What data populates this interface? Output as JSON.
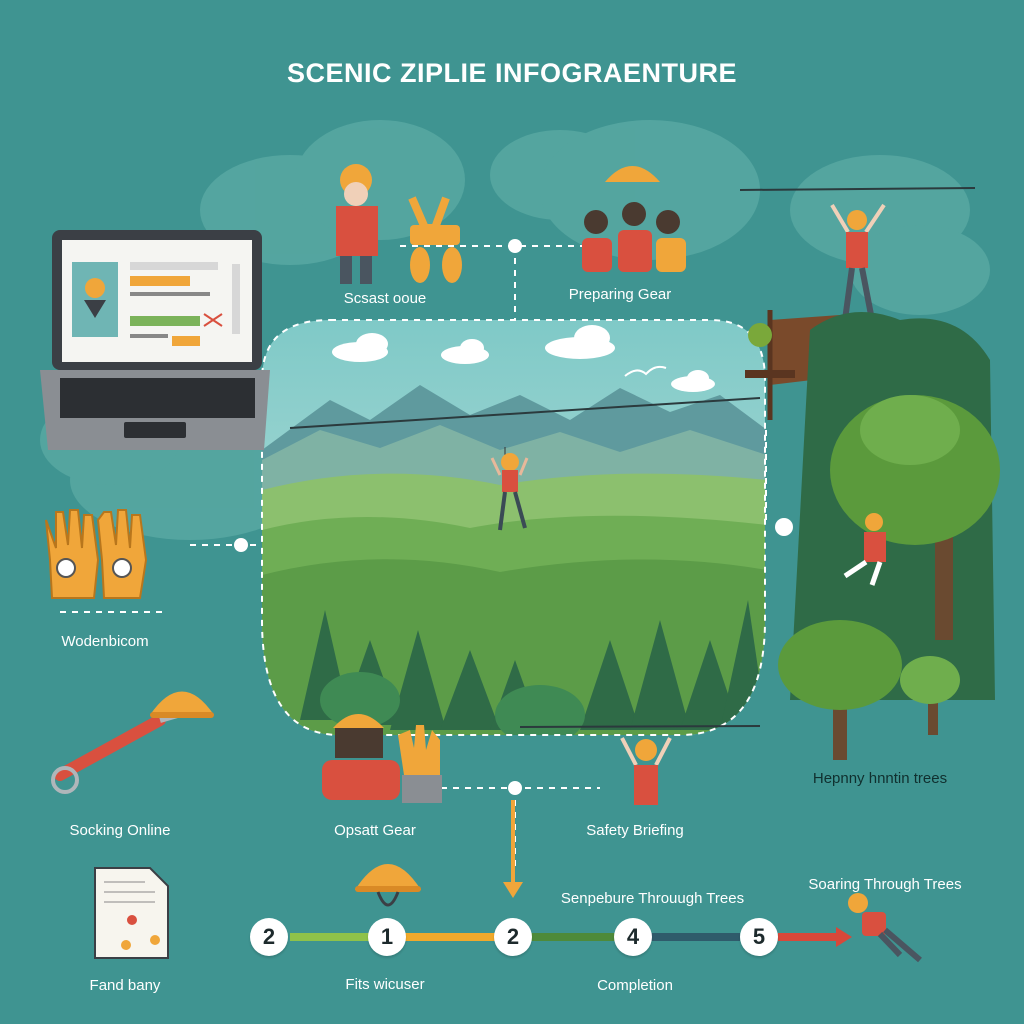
{
  "title": "SCENIC ZIPLIE INFOGRAENTURE",
  "labels": {
    "top_left_person": "Scsast ooue",
    "preparing_gear": "Preparing Gear",
    "gloves": "Wodenbicom",
    "hanging_trees": "Hepnny hnntin trees",
    "booking_online": "Socking Online",
    "opsatt_gear": "Opsatt Gear",
    "safety_briefing": "Safety Briefing",
    "senpebure": "Senpebure Throuugh Trees",
    "soaring": "Soaring Through Trees",
    "fand_bany": "Fand bany",
    "fits_wicuser": "Fits wicuser",
    "completion": "Completion"
  },
  "timeline": {
    "steps": [
      "2",
      "1",
      "2",
      "4",
      "5"
    ],
    "segment_colors": [
      "#8fc24a",
      "#f0a92b",
      "#4e8a3a",
      "#2f5b6b",
      "#d8483a"
    ]
  },
  "colors": {
    "background": "#3f9491",
    "helmet": "#f0a63a",
    "shirt": "#d9503f",
    "tree_dark": "#2f6b47",
    "tree_light": "#5b9a3c"
  },
  "icons": [
    "laptop-icon",
    "gloves-icon",
    "carabiner-icon",
    "helmet-icon",
    "document-icon",
    "harness-icon",
    "bird-icon"
  ]
}
